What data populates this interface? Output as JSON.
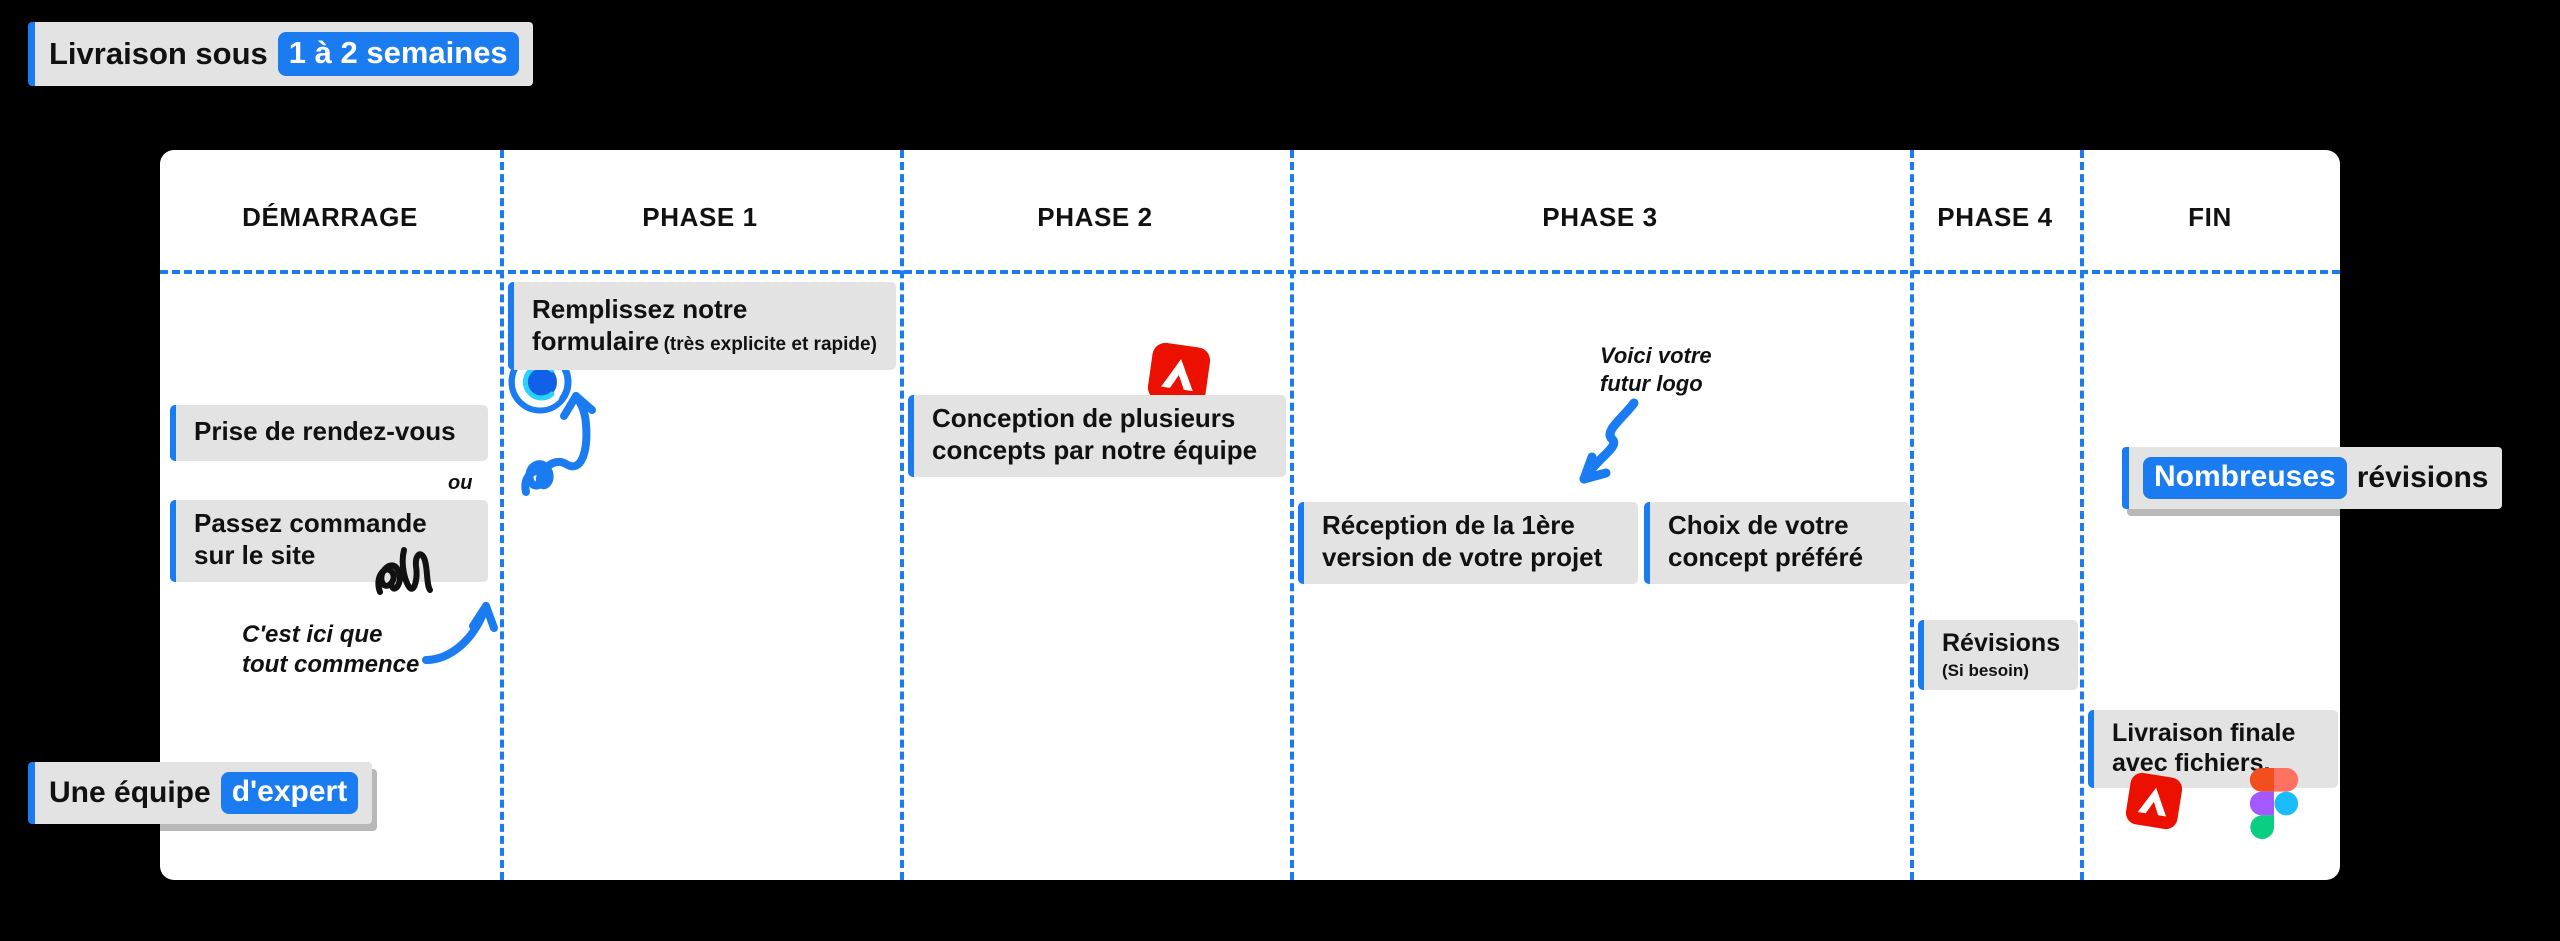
{
  "badges": {
    "top": {
      "prefix": "Livraison sous",
      "highlight": "1 à 2 semaines"
    },
    "bottom": {
      "prefix": "Une équipe",
      "highlight": "d'expert"
    },
    "revisions": {
      "highlight": "Nombreuses",
      "suffix": "révisions"
    }
  },
  "columns": [
    {
      "key": "demarrage",
      "label": "DÉMARRAGE"
    },
    {
      "key": "phase1",
      "label": "PHASE 1"
    },
    {
      "key": "phase2",
      "label": "PHASE 2"
    },
    {
      "key": "phase3",
      "label": "PHASE 3"
    },
    {
      "key": "phase4",
      "label": "PHASE 4"
    },
    {
      "key": "fin",
      "label": "FIN"
    }
  ],
  "cards": {
    "prise_rdv": "Prise de rendez-vous",
    "passez_commande": "Passez commande\nsur le site",
    "ou": "ou",
    "remplissez_main": "Remplissez notre\nformulaire",
    "remplissez_sub": "(très explicite et rapide)",
    "conception": "Conception de plusieurs\nconcepts par notre équipe",
    "reception": "Réception de la 1ère\nversion de votre projet",
    "choix": "Choix de votre\nconcept préféré",
    "revisions_title": "Révisions",
    "revisions_sub": "(Si besoin)",
    "livraison_finale": "Livraison finale\navec fichiers."
  },
  "notes": {
    "cest_ici": "C'est ici que\ntout commence",
    "voici_logo": "Voici votre\nfutur logo"
  },
  "icons": {
    "calendly": "calendly-icon",
    "adobe_phase2": "adobe-illustrator-icon",
    "adobe_fin": "adobe-illustrator-icon",
    "figma": "figma-icon",
    "squiggle": "squiggle-doodle-icon",
    "arrow_up_curl": "curly-arrow-up-icon",
    "arrow_up_right": "arrow-up-right-icon",
    "arrow_down_zigzag": "zigzag-arrow-down-icon"
  },
  "colors": {
    "accent": "#1a7cf0",
    "pill_bg": "#e3e3e3",
    "board_bg": "#ffffff",
    "page_bg": "#000000",
    "adobe_red": "#eb1000",
    "text": "#111111"
  }
}
